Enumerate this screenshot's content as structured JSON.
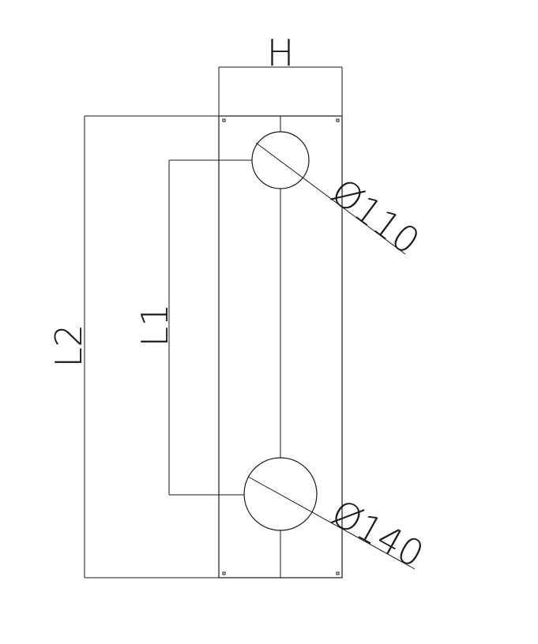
{
  "dimensions": {
    "width_label": "H",
    "overall_length_label": "L2",
    "center_distance_label": "L1"
  },
  "holes": {
    "top_diameter_label": "Ø110",
    "bottom_diameter_label": "Ø140"
  },
  "colors": {
    "stroke": "#1a1a1a",
    "background": "#ffffff"
  }
}
